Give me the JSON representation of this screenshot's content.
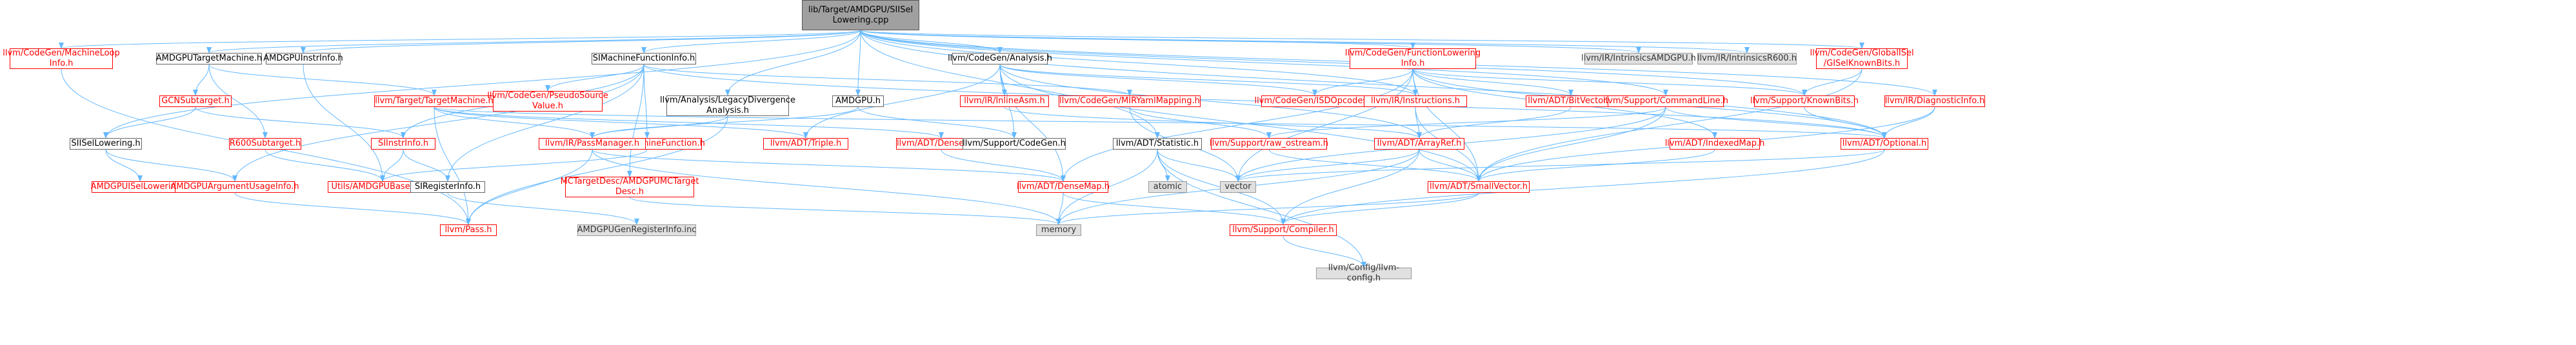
{
  "graph": {
    "root": {
      "label": "lib/Target/AMDGPU/SIISel\nLowering.cpp"
    },
    "nodes": {
      "machineloop": "llvm/CodeGen/MachineLoop\nInfo.h",
      "amdgputm": "AMDGPUTargetMachine.h",
      "amdgpuinstr": "AMDGPUInstrInfo.h",
      "simfi": "SIMachineFunctionInfo.h",
      "legacydiv": "llvm/Analysis/LegacyDivergence\nAnalysis.h",
      "amdgpuh": "AMDGPU.h",
      "cganalysis": "llvm/CodeGen/Analysis.h",
      "funclowering": "llvm/CodeGen/FunctionLowering\nInfo.h",
      "intrinamdgpu": "llvm/IR/IntrinsicsAMDGPU.h",
      "intrinr600": "llvm/IR/IntrinsicsR600.h",
      "globalisel": "llvm/CodeGen/GlobalISel\n/GISelKnownBits.h",
      "gcnsub": "GCNSubtarget.h",
      "targetmachine": "llvm/Target/TargetMachine.h",
      "pseudosrc": "llvm/CodeGen/PseudoSource\nValue.h",
      "inlineasm": "llvm/IR/InlineAsm.h",
      "miryaml": "llvm/CodeGen/MIRYamlMapping.h",
      "isdop": "llvm/CodeGen/ISDOpcodes.h",
      "irinstr": "llvm/IR/Instructions.h",
      "bitvector": "llvm/ADT/BitVector.h",
      "cmdline": "llvm/Support/CommandLine.h",
      "knownbits": "llvm/Support/KnownBits.h",
      "diaginfo": "llvm/IR/DiagnosticInfo.h",
      "r600sub": "R600Subtarget.h",
      "siisel": "SIISelLowering.h",
      "siinstr": "SIInstrInfo.h",
      "amdgpumf": "AMDGPUMachineFunction.h",
      "passmgr": "llvm/IR/PassManager.h",
      "triple": "llvm/ADT/Triple.h",
      "denseset": "llvm/ADT/DenseSet.h",
      "supcg": "llvm/Support/CodeGen.h",
      "statistic": "llvm/ADT/Statistic.h",
      "rawostream": "llvm/Support/raw_ostream.h",
      "arrayref": "llvm/ADT/ArrayRef.h",
      "indexedmap": "llvm/ADT/IndexedMap.h",
      "optional": "llvm/ADT/Optional.h",
      "amdgpuisel": "AMDGPUISelLowering.h",
      "argusage": "AMDGPUArgumentUsageInfo.h",
      "utilsbase": "Utils/AMDGPUBaseInfo.h",
      "sireg": "SIRegisterInfo.h",
      "mctarget": "MCTargetDesc/AMDGPUMCTarget\nDesc.h",
      "atomic": "atomic",
      "vector": "vector",
      "densemap": "llvm/ADT/DenseMap.h",
      "smallvector": "llvm/ADT/SmallVector.h",
      "pass": "llvm/Pass.h",
      "genreg": "AMDGPUGenRegisterInfo.inc",
      "memory": "memory",
      "compiler": "llvm/Support/Compiler.h",
      "config": "llvm/Config/llvm-config.h"
    }
  }
}
